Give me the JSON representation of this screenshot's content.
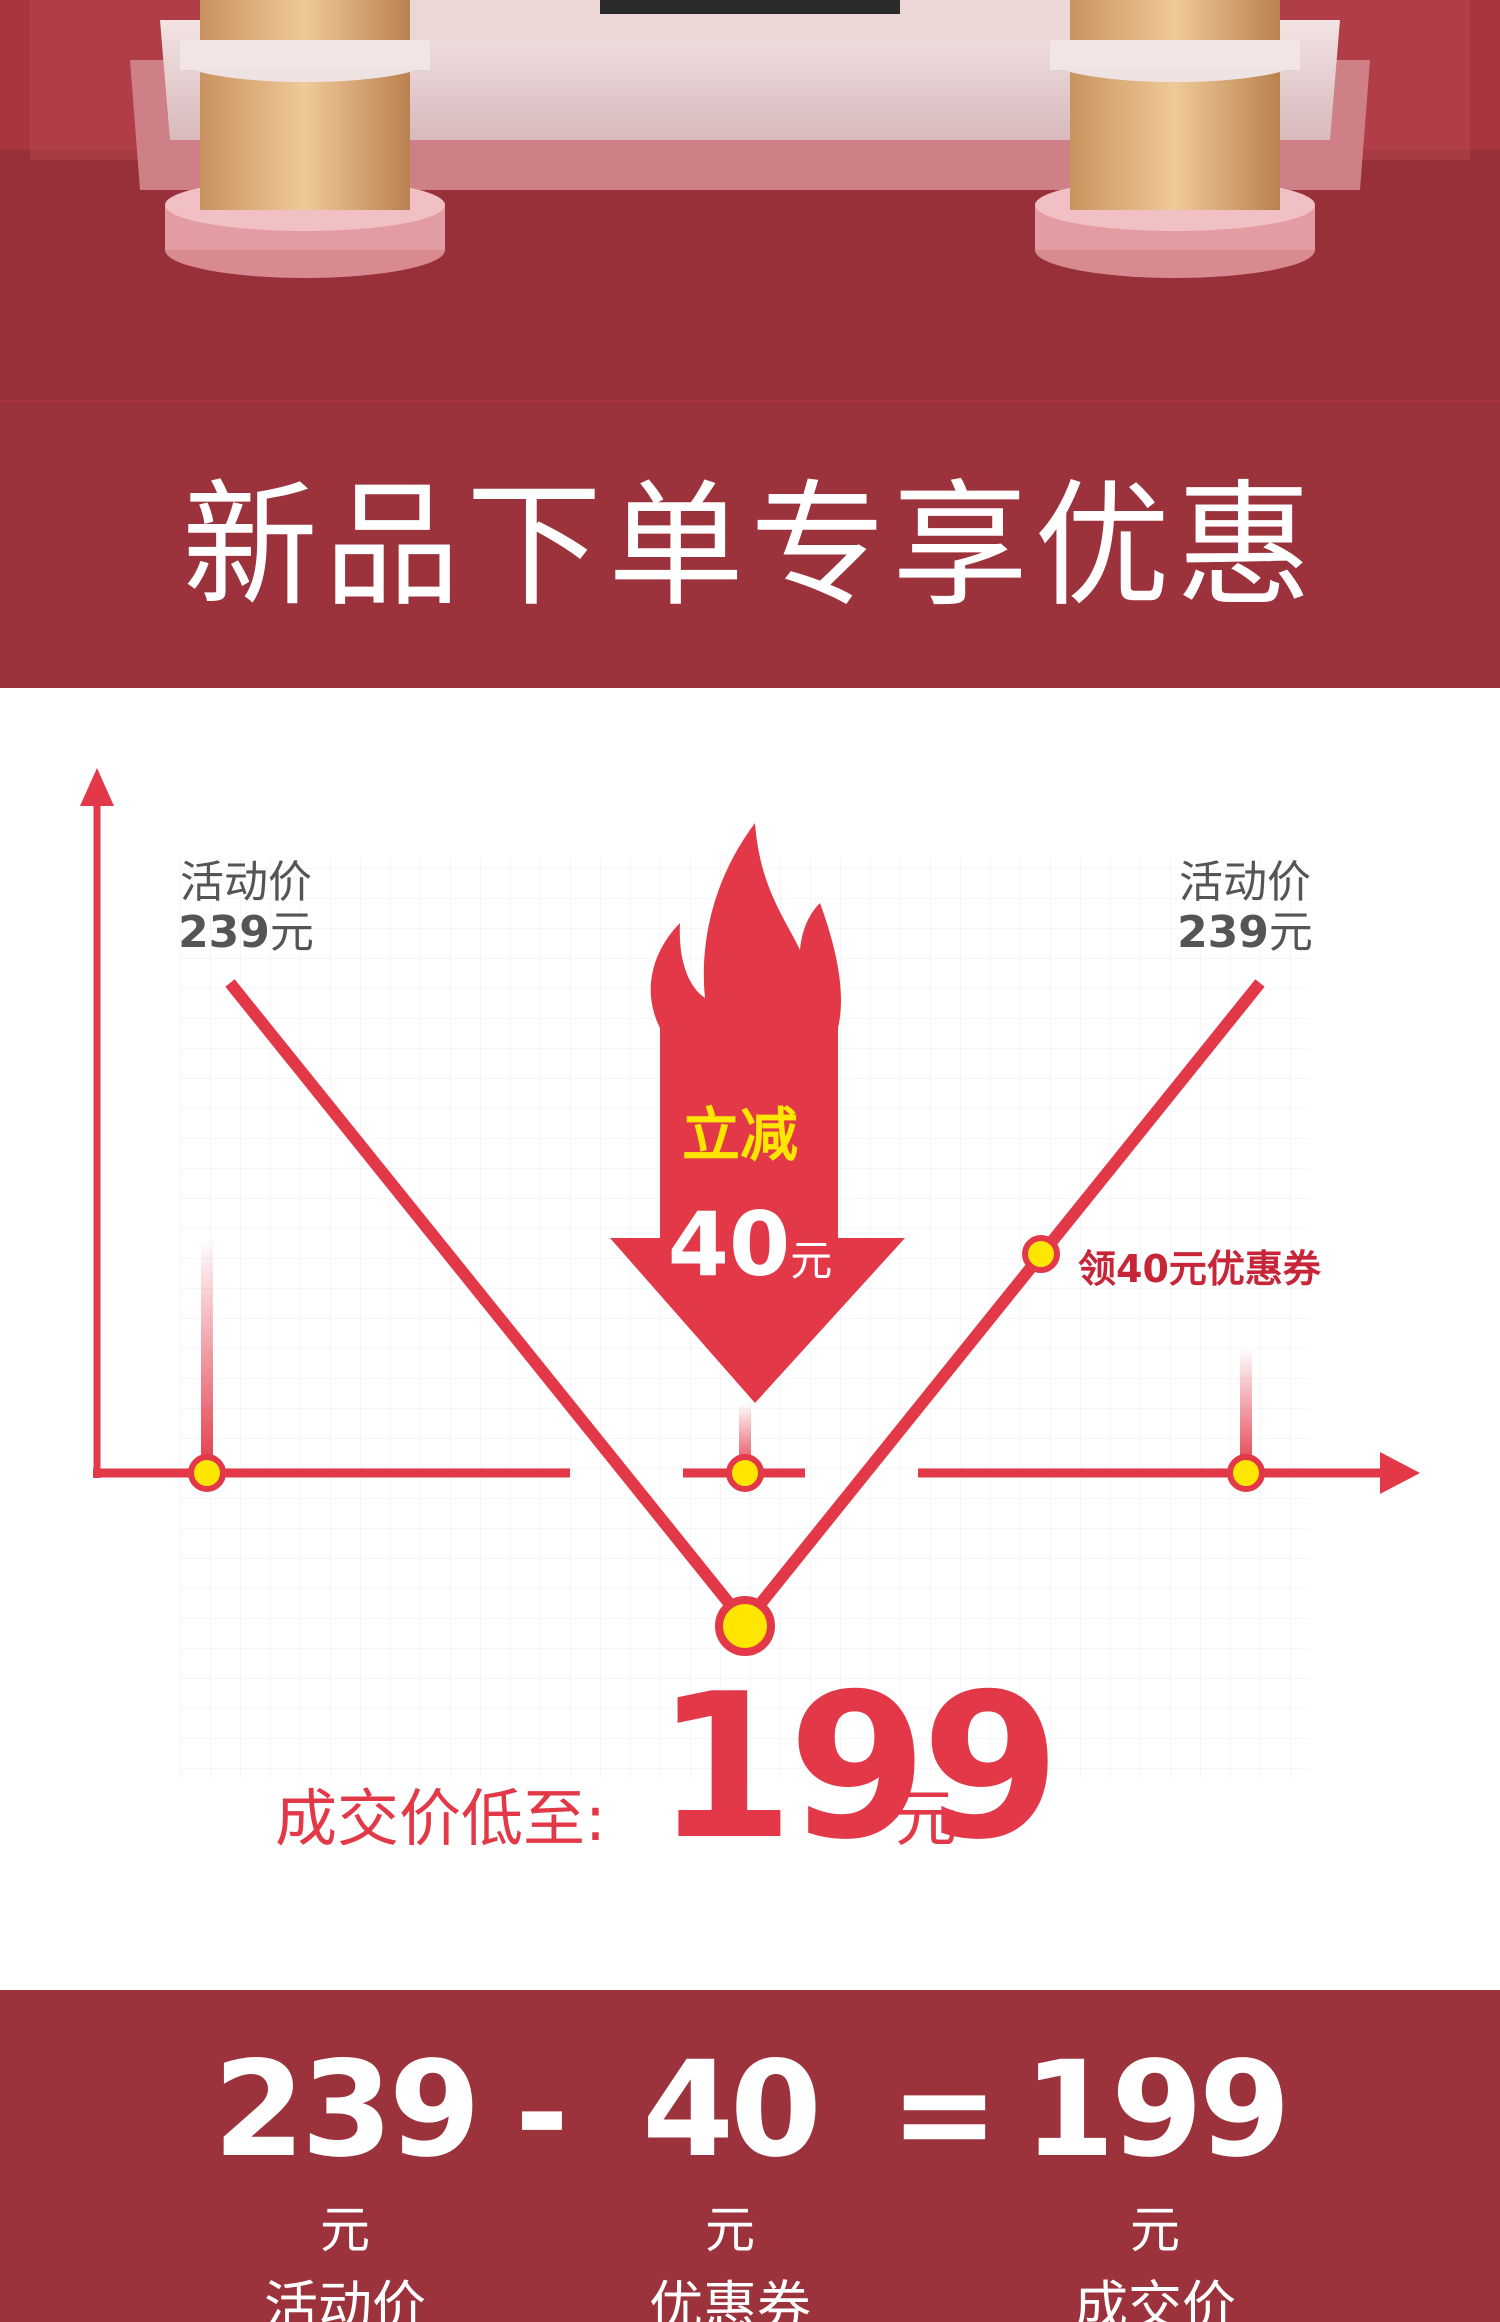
{
  "banner": {
    "title": "新品下单专享优惠"
  },
  "chart": {
    "left_label": {
      "title": "活动价",
      "price": "239",
      "unit": "元"
    },
    "right_label": {
      "title": "活动价",
      "price": "239",
      "unit": "元"
    },
    "cut": {
      "word": "立减",
      "amount": "40",
      "unit": "元"
    },
    "coupon_note": "领40元优惠券",
    "final": {
      "label": "成交价低至:",
      "value": "199",
      "unit": "元"
    }
  },
  "equation": {
    "term1": {
      "value": "239",
      "unit": "元",
      "caption": "活动价"
    },
    "minus": "-",
    "term2": {
      "value": "40",
      "unit": "元",
      "caption": "优惠券"
    },
    "equals": "=",
    "term3": {
      "value": "199",
      "unit": "元",
      "caption": "成交价"
    }
  },
  "colors": {
    "brand_red": "#9c333c",
    "chart_red": "#e23848",
    "accent_yellow": "#ffe600"
  }
}
